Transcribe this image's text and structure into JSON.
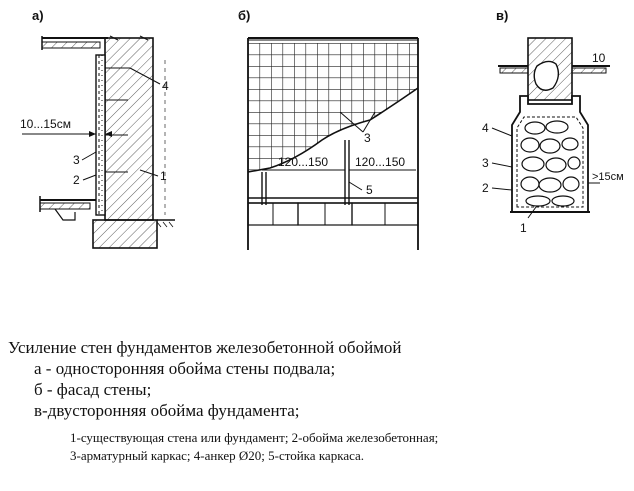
{
  "panels": {
    "a": {
      "tag": "а)",
      "dim": "10...15см",
      "callouts": [
        "1",
        "2",
        "3",
        "4"
      ]
    },
    "b": {
      "tag": "б)",
      "dim_left": "120...150",
      "dim_right": "120...150",
      "callouts": [
        "3",
        "5"
      ]
    },
    "v": {
      "tag": "в)",
      "dim_top": "10",
      "dim_side": ">15см",
      "callouts": [
        "1",
        "2",
        "3",
        "4"
      ]
    }
  },
  "caption": {
    "title": "Усиление стен фундаментов железобетонной обоймой",
    "items": [
      "а - односторонняя обойма стены подвала;",
      "б - фасад стены;",
      "в-двусторонняя обойма фундамента;"
    ],
    "legend": [
      "1-существующая стена или фундамент; 2-обойма железобетонная;",
      "3-арматурный каркас; 4-анкер Ø20; 5-стойка каркаса."
    ]
  }
}
